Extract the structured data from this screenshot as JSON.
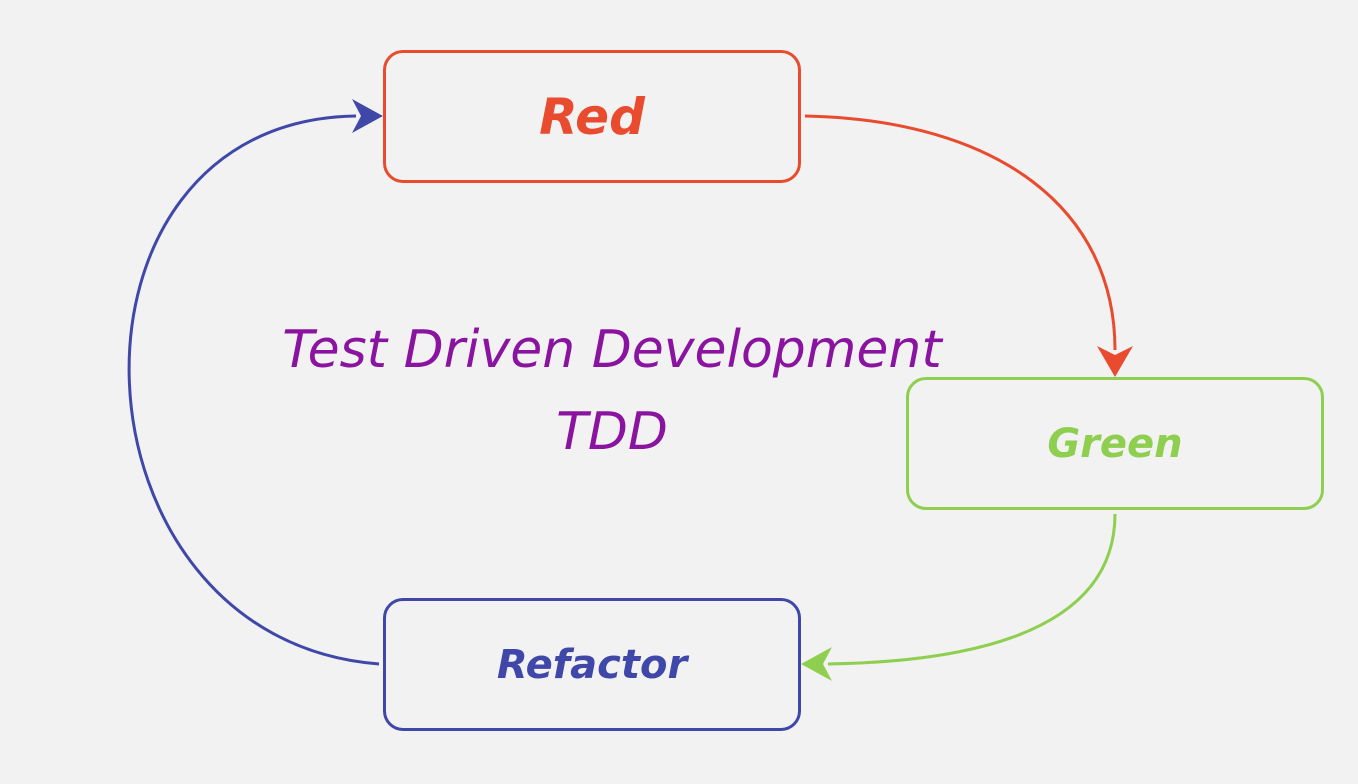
{
  "diagram": {
    "title": "Test Driven Development",
    "subtitle": "TDD",
    "nodes": {
      "red": "Red",
      "green": "Green",
      "refactor": "Refactor"
    }
  },
  "colors": {
    "red": "#e84b2d",
    "green": "#8fcf4f",
    "refactor": "#3f48a8",
    "title": "#8a14a0",
    "background": "#f2f2f2"
  }
}
